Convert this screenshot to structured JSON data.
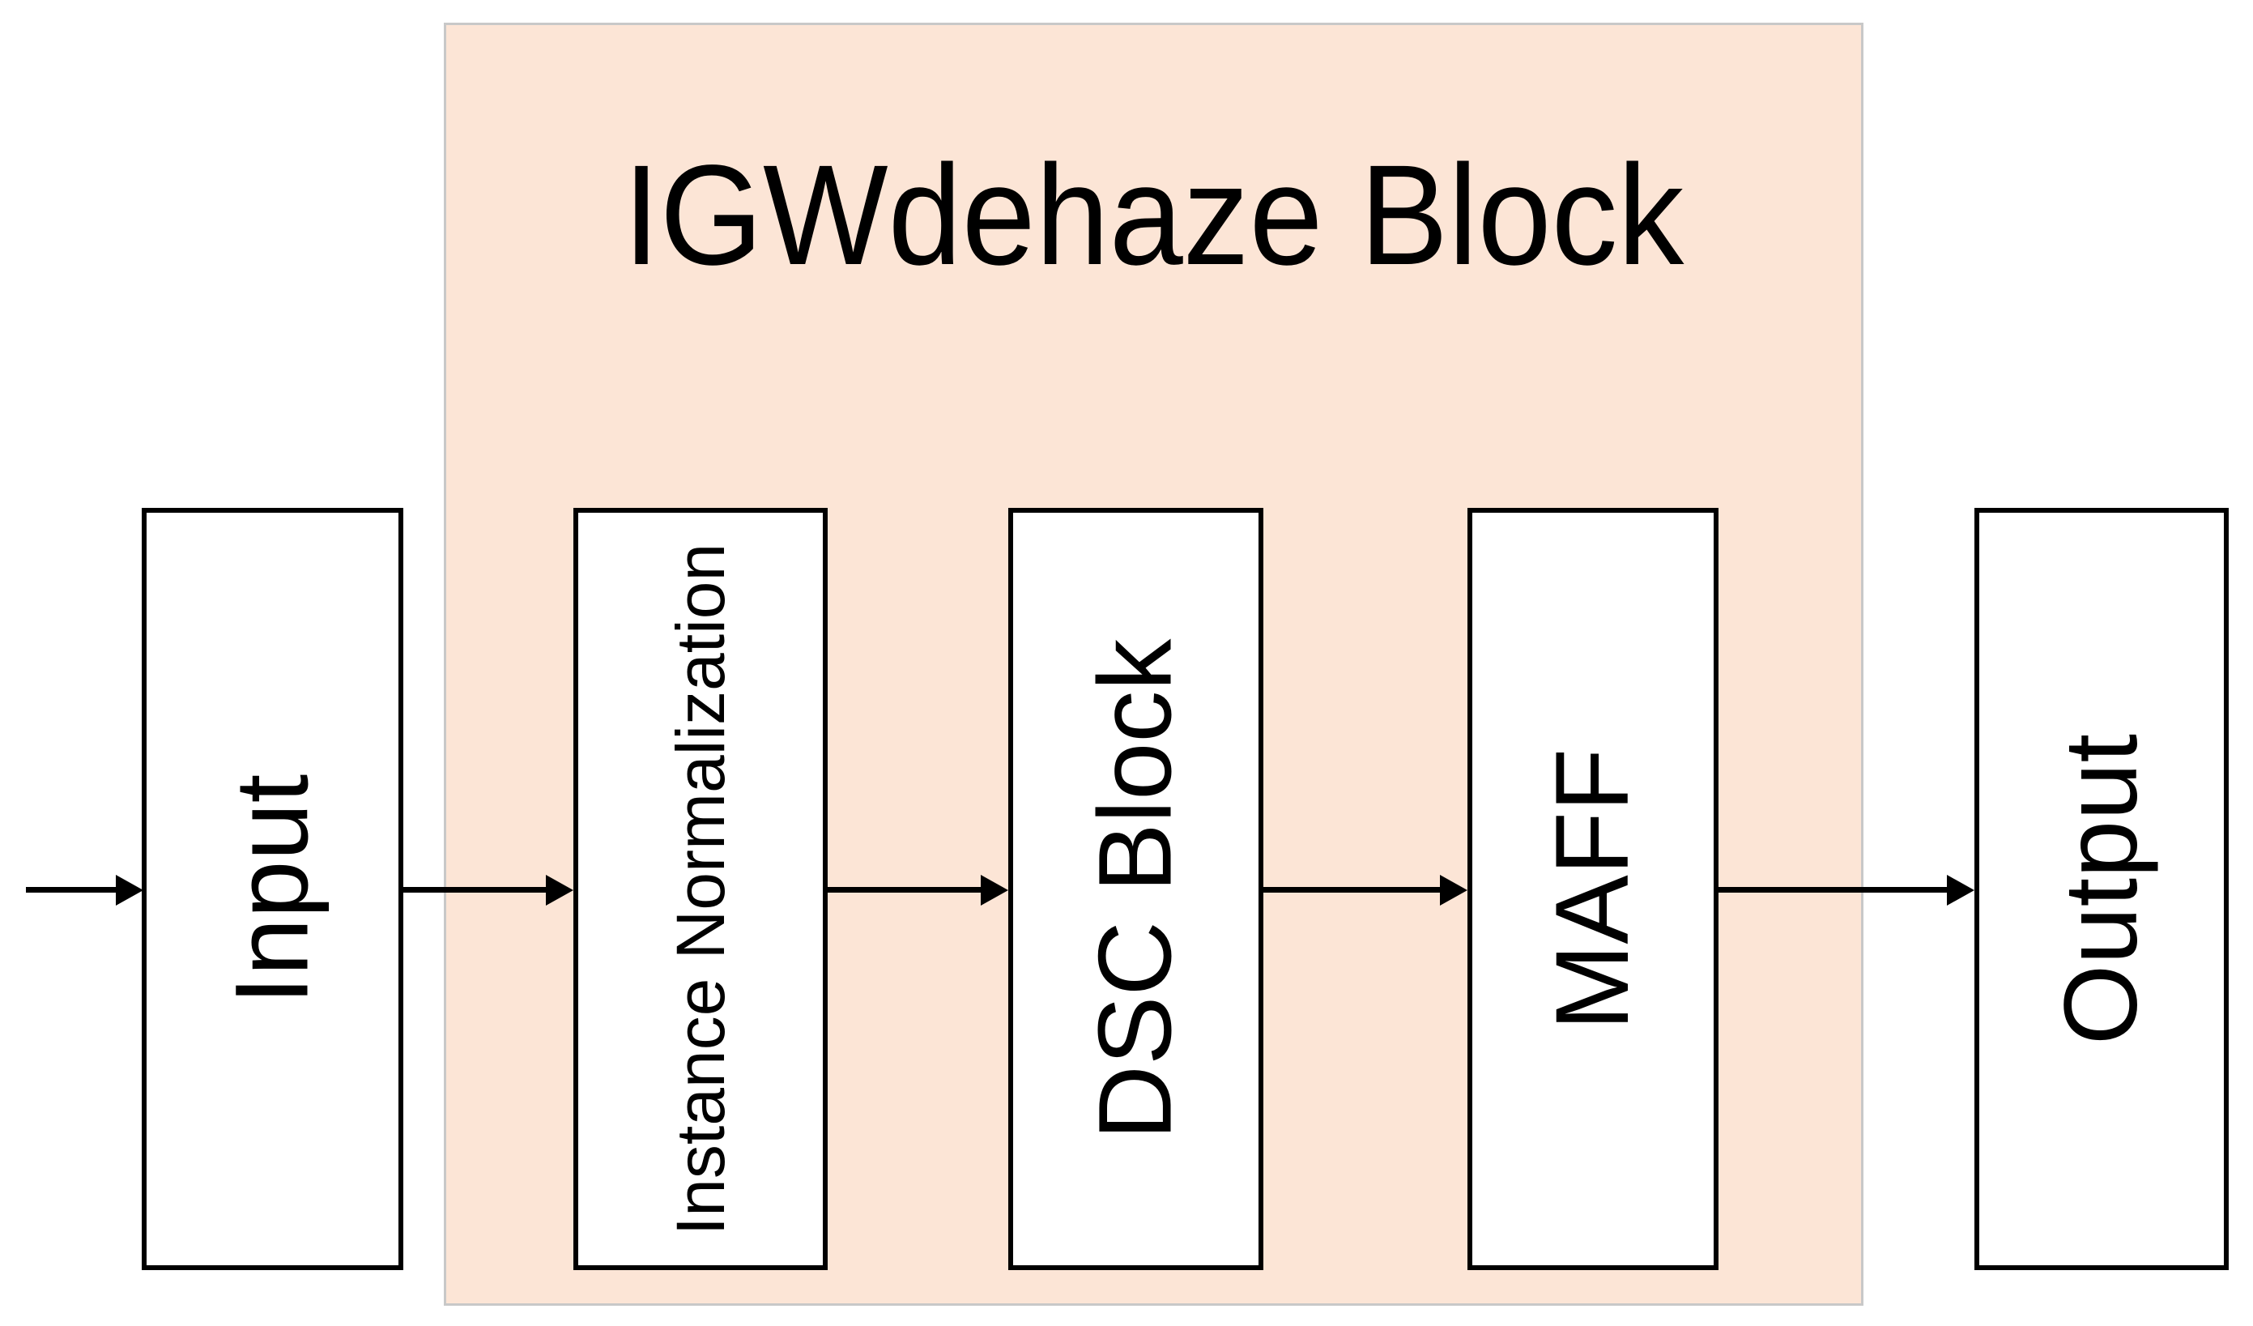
{
  "diagram": {
    "title": "IGWdehaze Block",
    "nodes": [
      {
        "id": "input",
        "label": "Input"
      },
      {
        "id": "instance-normalization",
        "label": "Instance Normalization"
      },
      {
        "id": "dsc-block",
        "label": "DSC Block"
      },
      {
        "id": "maff",
        "label": "MAFF"
      },
      {
        "id": "output",
        "label": "Output"
      }
    ],
    "flow": [
      "Input",
      "Instance Normalization",
      "DSC Block",
      "MAFF",
      "Output"
    ],
    "group_contains": [
      "Instance Normalization",
      "DSC Block",
      "MAFF"
    ],
    "colors": {
      "group_fill": "#fce5d6",
      "group_border": "#c8c8c8",
      "node_fill": "#ffffff",
      "node_border": "#000000",
      "arrow": "#000000",
      "text": "#000000"
    }
  }
}
